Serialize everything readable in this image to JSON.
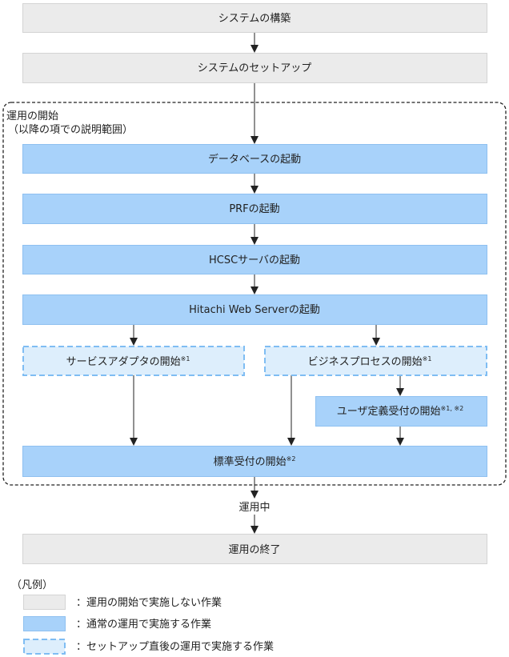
{
  "colors": {
    "not_performed": "#ebebeb",
    "normal": "#a8d2fa",
    "after_setup": "#ddeefc",
    "after_setup_border": "#7fbdf3"
  },
  "steps": {
    "build": "システムの構築",
    "setup": "システムのセットアップ",
    "db": "データベースの起動",
    "prf": "PRFの起動",
    "hcsc": "HCSCサーバの起動",
    "hws": "Hitachi Web Serverの起動",
    "adapter": "サービスアダプタの開始",
    "adapter_note": "※1",
    "process": "ビジネスプロセスの開始",
    "process_note": "※1",
    "user_reception": "ユーザ定義受付の開始",
    "user_reception_note": "※1, ※2",
    "standard_reception": "標準受付の開始",
    "standard_reception_note": "※2",
    "end": "運用の終了"
  },
  "group": {
    "title": "運用の開始",
    "subtitle": "（以降の項での説明範囲）"
  },
  "in_operation": "運用中",
  "legend": {
    "title": "（凡例）",
    "items": [
      {
        "label": "：運用の開始で実施しない作業"
      },
      {
        "label": "：通常の運用で実施する作業"
      },
      {
        "label": "：セットアップ直後の運用で実施する作業"
      }
    ]
  }
}
